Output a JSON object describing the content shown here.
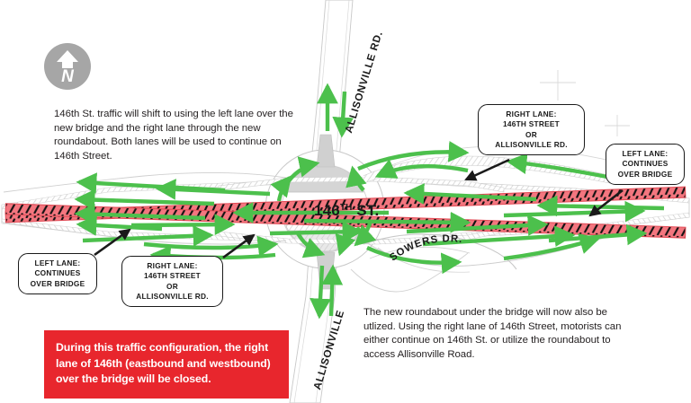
{
  "map": {
    "title": "146th Street and Allisonville Road traffic configuration map",
    "compass": {
      "icon": "north-arrow-icon",
      "letter": "N"
    },
    "colors": {
      "alert_red": "#e8262d",
      "closure_red": "#f0717a",
      "arrow_green": "#4cc04c",
      "road_gray": "#d9d9d9",
      "hatch_gray": "#c9c9c9",
      "text_black": "#231f20",
      "compass_gray": "#a6a6a6"
    },
    "street_labels": {
      "allisonville_top": "ALLISONVILLE RD.",
      "allisonville_bottom": "ALLISONVILLE",
      "main_street_number": "146",
      "main_street_suffix": "TH",
      "main_street_type": "ST.",
      "sowers": "SOWERS DR."
    }
  },
  "paragraphs": {
    "intro": "146th St. traffic will shift to using the left lane over the new bridge and the right lane through the new roundabout. Both lanes will be used to continue on 146th Street.",
    "roundabout": "The new roundabout under the bridge will now also be utlized. Using the right lane of 146th Street, motorists can either continue on 146th St. or utilize the roundabout to access Allisonville Road."
  },
  "alert": {
    "text": "During this traffic configuration, the right lane of 146th (eastbound and westbound) over the bridge will be closed."
  },
  "callouts": [
    {
      "id": "right-lane-top",
      "lines": [
        "RIGHT LANE:",
        "146TH STREET",
        "OR",
        "ALLISONVILLE RD."
      ]
    },
    {
      "id": "left-lane-right",
      "lines": [
        "LEFT LANE:",
        "CONTINUES",
        "OVER BRIDGE"
      ]
    },
    {
      "id": "left-lane-left",
      "lines": [
        "LEFT LANE:",
        "CONTINUES",
        "OVER BRIDGE"
      ]
    },
    {
      "id": "right-lane-bottom",
      "lines": [
        "RIGHT LANE:",
        "146TH STREET",
        "OR",
        "ALLISONVILLE RD."
      ]
    }
  ]
}
